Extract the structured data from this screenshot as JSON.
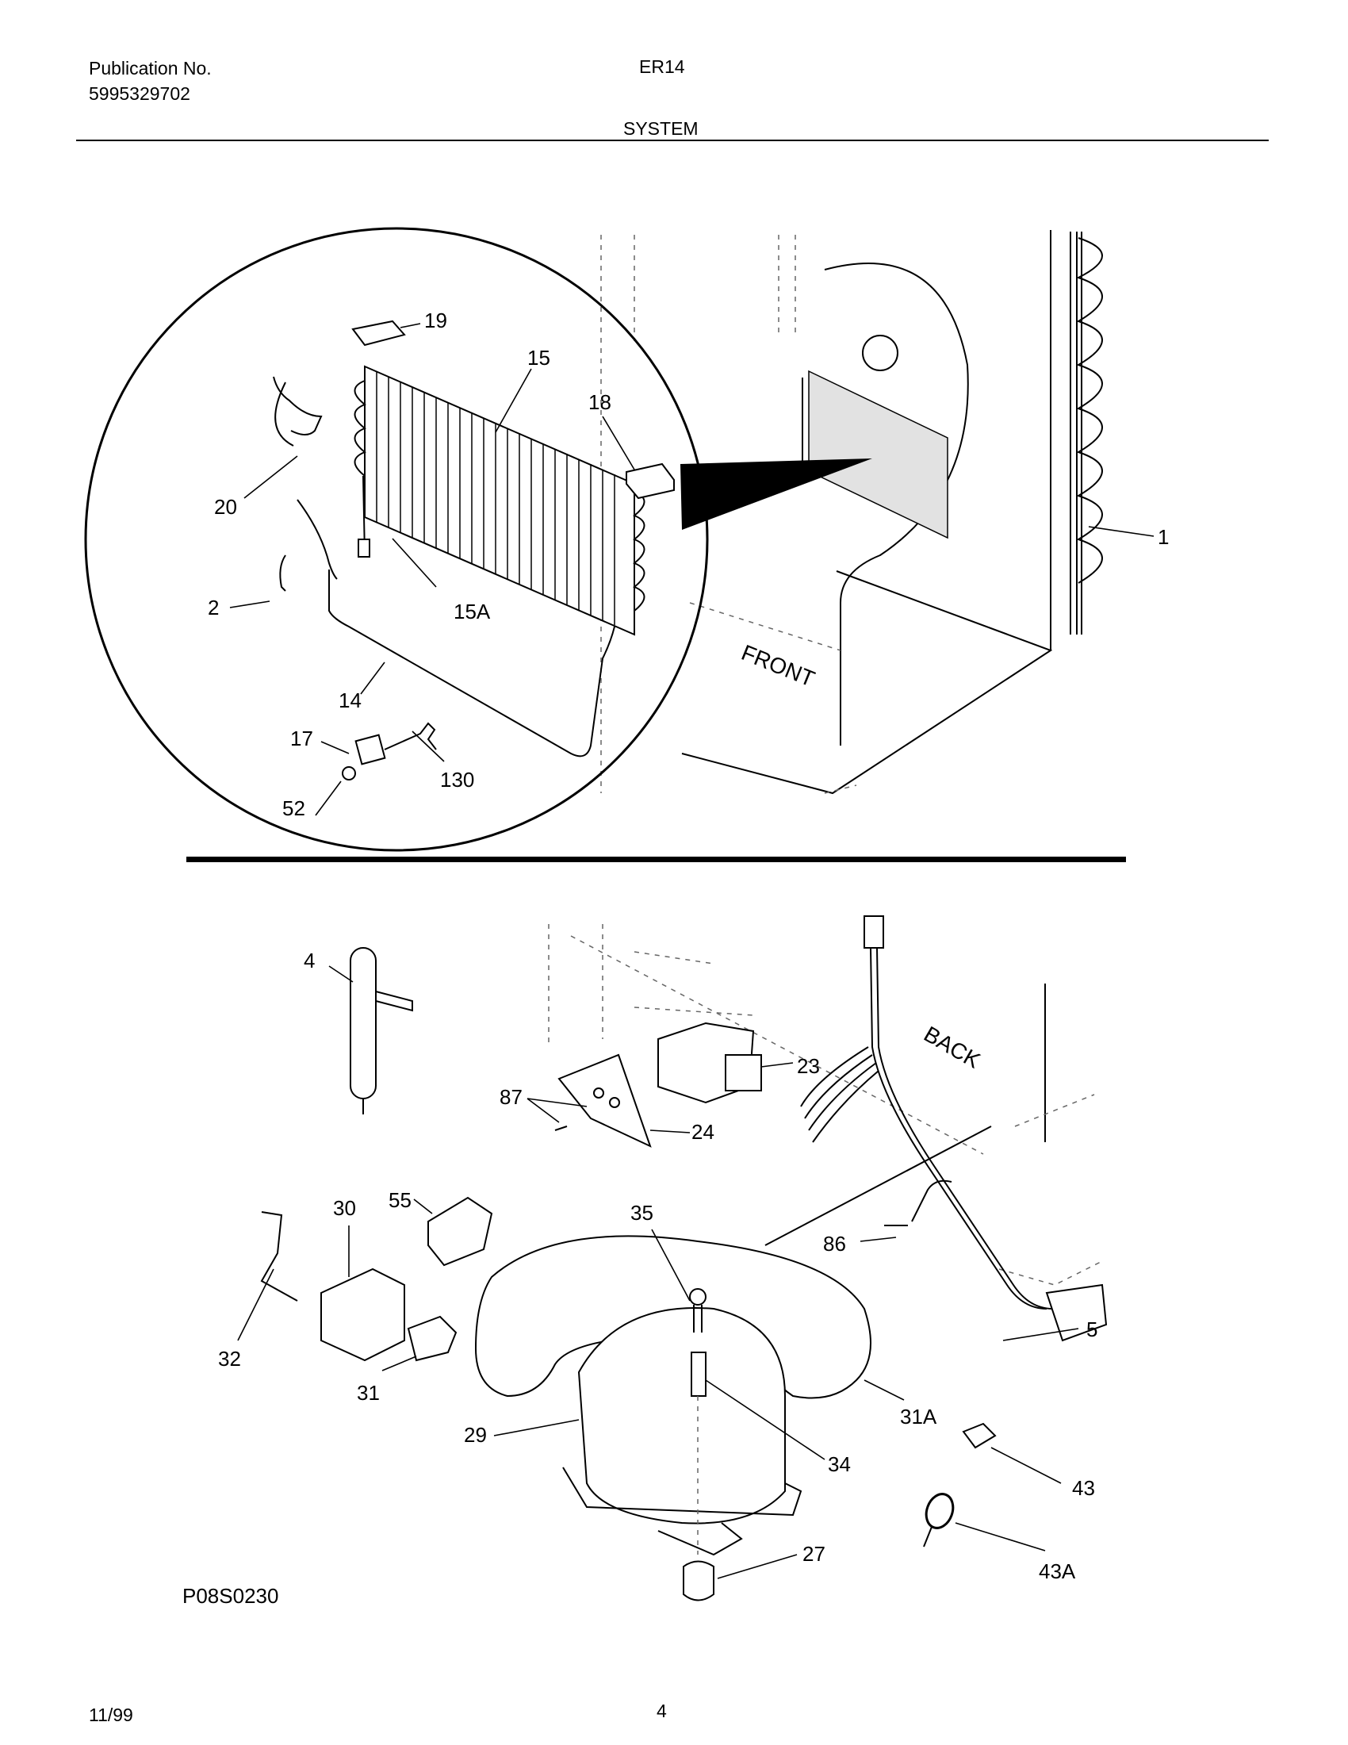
{
  "header": {
    "publication_label": "Publication No.",
    "publication_number": "5995329702",
    "model": "ER14",
    "section": "SYSTEM"
  },
  "diagram_code": "P08S0230",
  "footer": {
    "date": "11/99",
    "page": "4"
  },
  "orientation_labels": {
    "front": "FRONT",
    "back": "BACK"
  },
  "callouts": {
    "c1": "1",
    "c2": "2",
    "c14": "14",
    "c15": "15",
    "c15a": "15A",
    "c17": "17",
    "c18": "18",
    "c19": "19",
    "c20": "20",
    "c52": "52",
    "c130": "130",
    "c4": "4",
    "c5": "5",
    "c23": "23",
    "c24": "24",
    "c27": "27",
    "c29": "29",
    "c30": "30",
    "c31": "31",
    "c31a": "31A",
    "c32": "32",
    "c34": "34",
    "c35": "35",
    "c43": "43",
    "c43a": "43A",
    "c55": "55",
    "c86": "86",
    "c87": "87"
  }
}
